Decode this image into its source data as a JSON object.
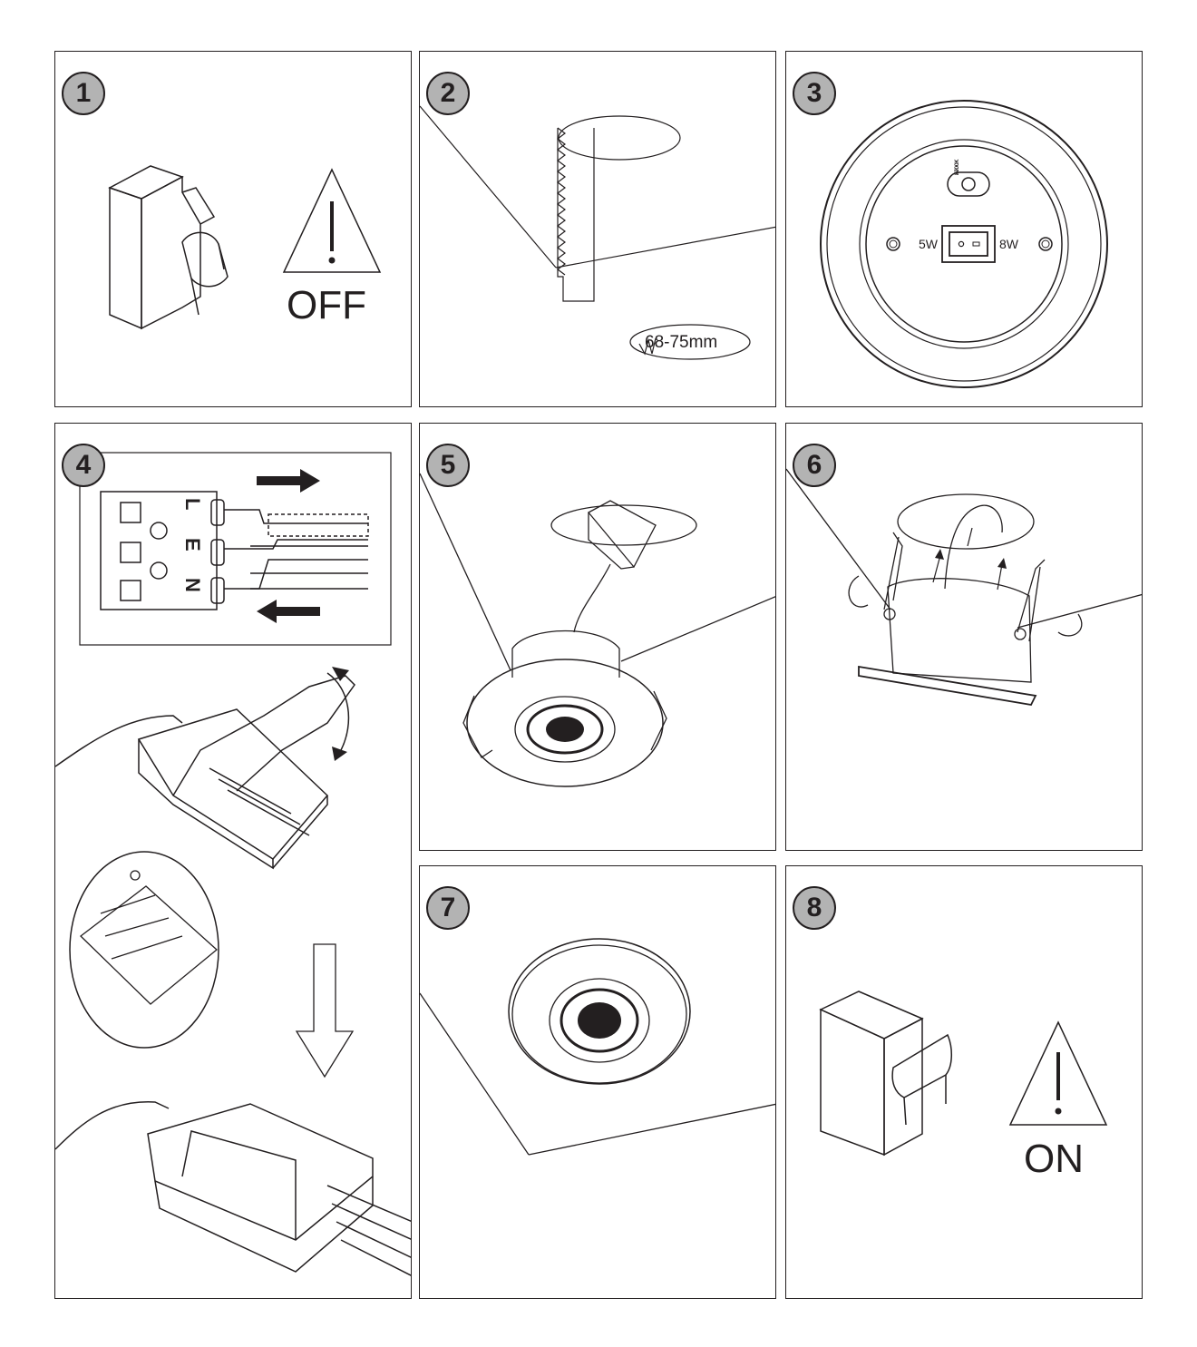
{
  "steps": [
    {
      "number": "1",
      "label": "OFF"
    },
    {
      "number": "2",
      "label": "68-75mm"
    },
    {
      "number": "3",
      "power_low": "5W",
      "power_high": "8W",
      "cct_options": [
        "2700K",
        "3000K",
        "4000K",
        "5700K"
      ]
    },
    {
      "number": "4",
      "terminals": [
        "L",
        "E",
        "N"
      ]
    },
    {
      "number": "5"
    },
    {
      "number": "6"
    },
    {
      "number": "7"
    },
    {
      "number": "8",
      "label": "ON"
    }
  ],
  "colors": {
    "line": "#231f20",
    "badge_fill": "#b3b3b3",
    "background": "#ffffff"
  }
}
